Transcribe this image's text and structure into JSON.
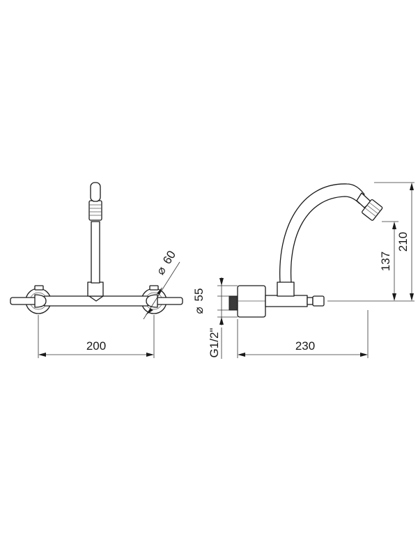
{
  "dimensions": {
    "spacing": "200",
    "flange_diameter": "60",
    "spout_reach": "230",
    "wall_plate_diameter": "55",
    "thread": "G1/2\"",
    "spout_outlet_height": "137",
    "total_height": "210"
  },
  "diameter_symbol": "⌀",
  "colors": {
    "line": "#1a1a1a",
    "background": "#ffffff"
  }
}
